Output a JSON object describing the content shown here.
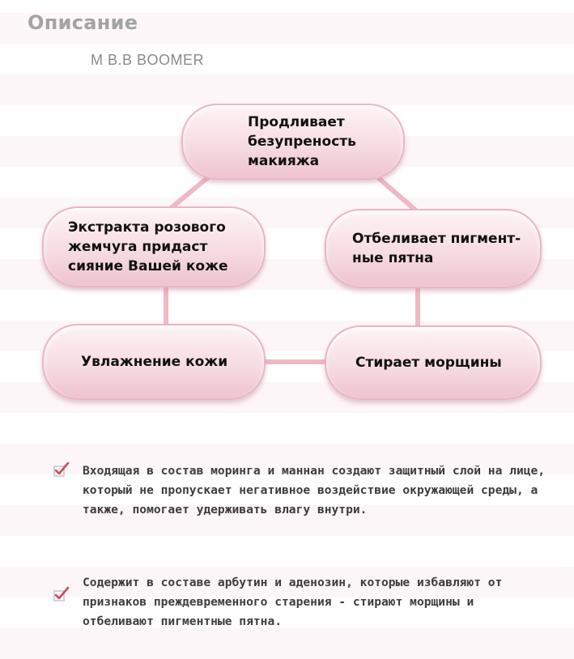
{
  "header": {
    "title": "Описание",
    "brand": "M B.B BOOMER"
  },
  "diagram": {
    "nodes": {
      "top": "Продливает\nбезупреность\nмакияжа",
      "left": "Экстракта розового\nжемчуга придаст\nсияние Вашей коже",
      "right": "Отбеливает пигмент-\nные пятна",
      "bottom_left": "Увлажнение кожи",
      "bottom_right": "Стирает морщины"
    },
    "connector_color": "#f0b8c4"
  },
  "bullets": [
    {
      "icon": "checkmark-icon",
      "text": "Входящая в состав моринга и маннан создают защитный слой на лице, который не пропускает негативное воздействие окружающей среды, а также, помогает удерживать влагу внутри."
    },
    {
      "icon": "checkmark-icon",
      "text": "Содержит в составе арбутин и аденозин, которые избавляют от признаков преждевременного старения - стирают морщины и отбеливают пигментные пятна."
    }
  ],
  "colors": {
    "node_fill": "#f6dce3",
    "node_border": "#e9b6c3",
    "check": "#d0485f",
    "title": "#a3a3a3"
  }
}
